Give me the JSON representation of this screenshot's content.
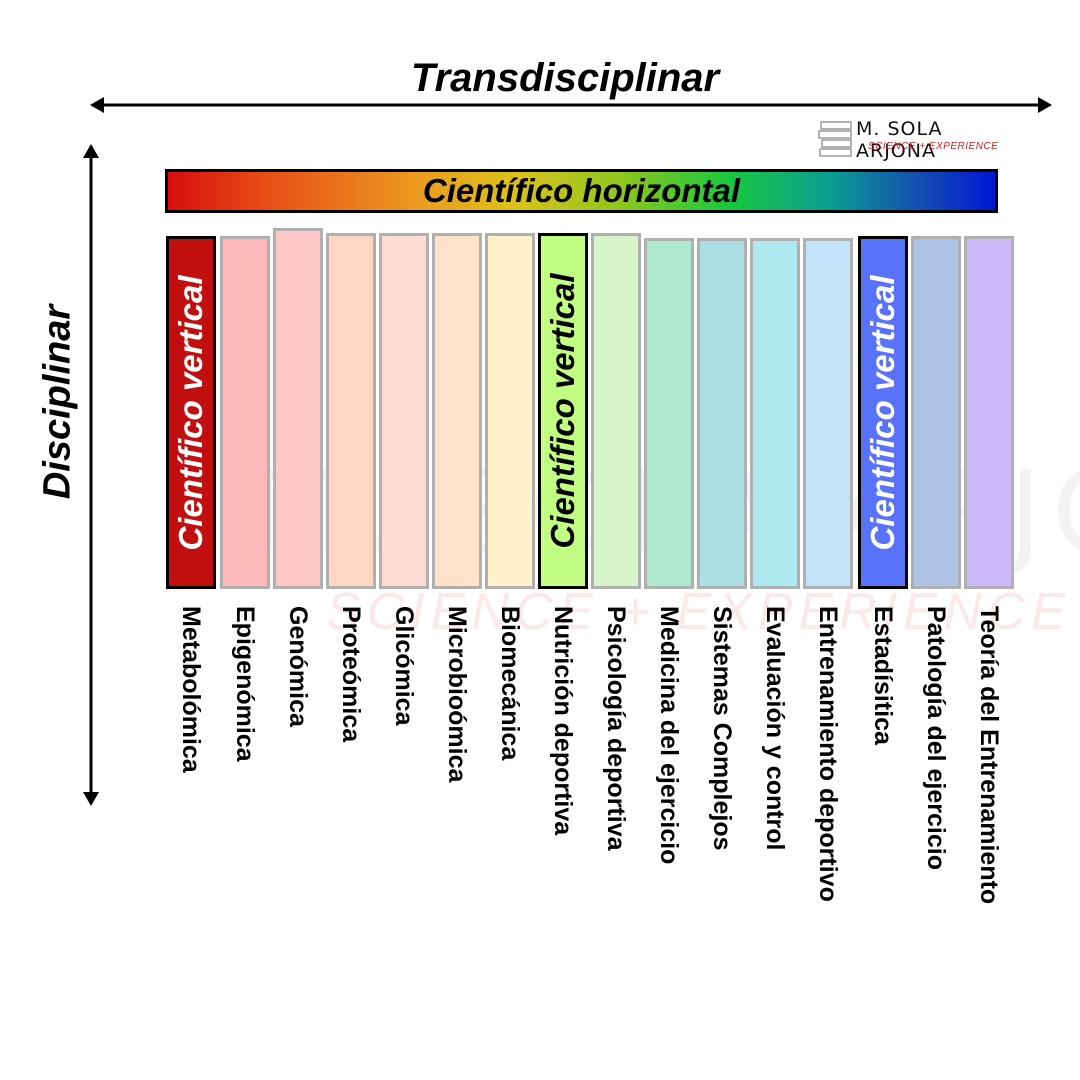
{
  "header": {
    "title": "Transdisciplinar"
  },
  "axis": {
    "vertical_title": "Disciplinar"
  },
  "logo": {
    "name": "M. SOLA ARJONA",
    "tagline": "SCIENCE + EXPERIENCE"
  },
  "horizontal_bar": {
    "label": "Científico horizontal"
  },
  "columns": [
    {
      "color": "#c10f0f",
      "vertical_label": "Científico vertical",
      "label_color": "#ffffff"
    },
    {
      "color": "#ffb9b9"
    },
    {
      "color": "#ffc6c6"
    },
    {
      "color": "#ffd7c2"
    },
    {
      "color": "#ffdcd1"
    },
    {
      "color": "#ffe2c8"
    },
    {
      "color": "#fff2cb"
    },
    {
      "color": "#c1fd82",
      "vertical_label": "Científico vertical",
      "label_color": "#000000"
    },
    {
      "color": "#d7f3c8"
    },
    {
      "color": "#aee8ce"
    },
    {
      "color": "#acdfe3"
    },
    {
      "color": "#aee9f1"
    },
    {
      "color": "#c2e4fb"
    },
    {
      "color": "#5873f8",
      "vertical_label": "Científico vertical",
      "label_color": "#ffffff"
    },
    {
      "color": "#aec4e6"
    },
    {
      "color": "#cbb9f8"
    }
  ],
  "disciplines": [
    "Metabolómica",
    "Epigenómica",
    "Genómica",
    "Proteómica",
    "Glicómica",
    "Microbioómica",
    "Biomecánica",
    "Nutrición deportiva",
    "Psicología deportiva",
    "Medicina del ejercicio",
    "Sistemas Complejos",
    "Evaluación y control",
    "Entrenamiento deportivo",
    "Estadísitica",
    "Patología del ejercicio",
    "Teoría del Entrenamiento"
  ]
}
